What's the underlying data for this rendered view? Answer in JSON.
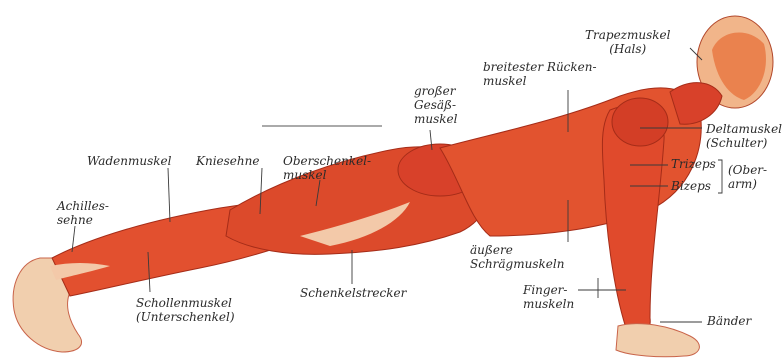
{
  "labels": {
    "trapezmuskel": [
      "Trapezmuskel",
      "(Hals)"
    ],
    "breitester": [
      "breitester Rücken-",
      "muskel"
    ],
    "gesaess": [
      "großer",
      "Gesäß-",
      "muskel"
    ],
    "deltamuskel": [
      "Deltamuskel",
      "(Schulter)"
    ],
    "trizeps": "Trizeps",
    "bizeps": "Bizeps",
    "oberarm": [
      "(Ober-",
      "arm)"
    ],
    "wadenmuskel": "Wadenmuskel",
    "kniesehne": "Kniesehne",
    "oberschenkel": [
      "Oberschenkel-",
      "muskel"
    ],
    "achilles": [
      "Achilles-",
      "sehne"
    ],
    "schraeg": [
      "äußere",
      "Schrägmuskeln"
    ],
    "finger": [
      "Finger-",
      "muskeln"
    ],
    "baender": "Bänder",
    "schollen": [
      "Schollenmuskel",
      "(Unterschenkel)"
    ],
    "schenkelstrecker": "Schenkelstrecker"
  },
  "colors": {
    "muscle": "#e2502f",
    "muscle_dark": "#b8321c",
    "tendon": "#f3c9a9",
    "skin": "#f6dfbf",
    "line": "#3a3a3a"
  }
}
